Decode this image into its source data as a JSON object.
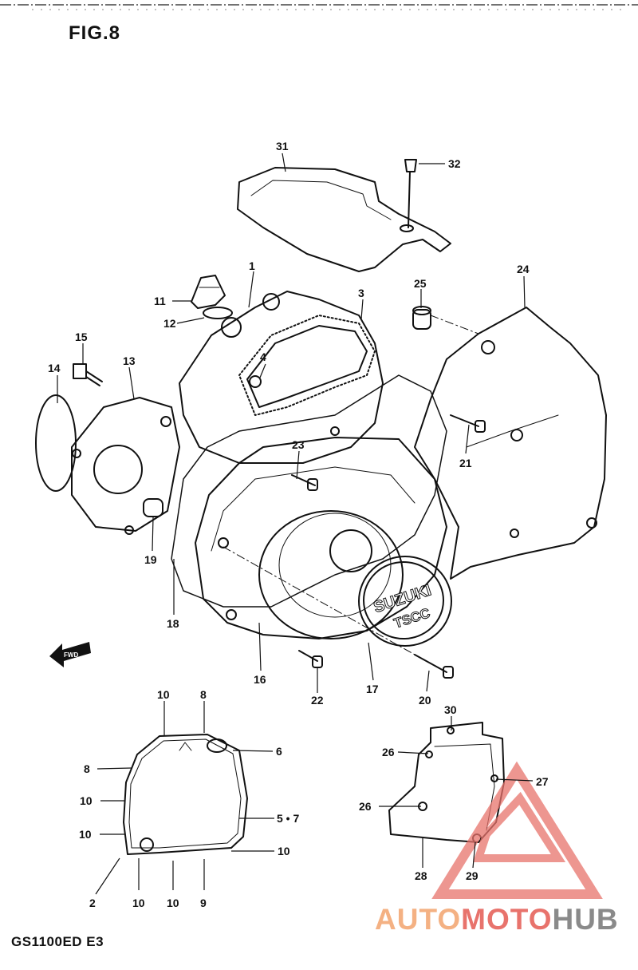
{
  "figure": {
    "title": "FIG.8",
    "model": "GS1100ED E3"
  },
  "cover_text": {
    "line1": "SUZUKI",
    "line2": "TSCC"
  },
  "fwd_label": "FWD",
  "watermark": {
    "part1": "AUTO",
    "part2": "MOTO",
    "part3": "HUB",
    "colors": {
      "auto": "#f4b183",
      "moto": "#e8736c",
      "hub": "#8a8a8a",
      "triangle": "#e8736c"
    }
  },
  "callouts": [
    {
      "id": "c31",
      "text": "31"
    },
    {
      "id": "c32",
      "text": "32"
    },
    {
      "id": "c1",
      "text": "1"
    },
    {
      "id": "c3",
      "text": "3"
    },
    {
      "id": "c24",
      "text": "24"
    },
    {
      "id": "c25",
      "text": "25"
    },
    {
      "id": "c11",
      "text": "11"
    },
    {
      "id": "c12",
      "text": "12"
    },
    {
      "id": "c4",
      "text": "4"
    },
    {
      "id": "c15",
      "text": "15"
    },
    {
      "id": "c14",
      "text": "14"
    },
    {
      "id": "c13",
      "text": "13"
    },
    {
      "id": "c23",
      "text": "23"
    },
    {
      "id": "c21",
      "text": "21"
    },
    {
      "id": "c19",
      "text": "19"
    },
    {
      "id": "c18",
      "text": "18"
    },
    {
      "id": "c16",
      "text": "16"
    },
    {
      "id": "c22",
      "text": "22"
    },
    {
      "id": "c17",
      "text": "17"
    },
    {
      "id": "c20",
      "text": "20"
    },
    {
      "id": "g10a",
      "text": "10"
    },
    {
      "id": "g8a",
      "text": "8"
    },
    {
      "id": "g6",
      "text": "6"
    },
    {
      "id": "g8b",
      "text": "8"
    },
    {
      "id": "g10b",
      "text": "10"
    },
    {
      "id": "g57",
      "text": "5 • 7"
    },
    {
      "id": "g10c",
      "text": "10"
    },
    {
      "id": "g10d",
      "text": "10"
    },
    {
      "id": "g2",
      "text": "2"
    },
    {
      "id": "g10e",
      "text": "10"
    },
    {
      "id": "g10f",
      "text": "10"
    },
    {
      "id": "g9",
      "text": "9"
    },
    {
      "id": "p30",
      "text": "30"
    },
    {
      "id": "p26a",
      "text": "26"
    },
    {
      "id": "p27",
      "text": "27"
    },
    {
      "id": "p26b",
      "text": "26"
    },
    {
      "id": "p28",
      "text": "28"
    },
    {
      "id": "p29",
      "text": "29"
    }
  ]
}
